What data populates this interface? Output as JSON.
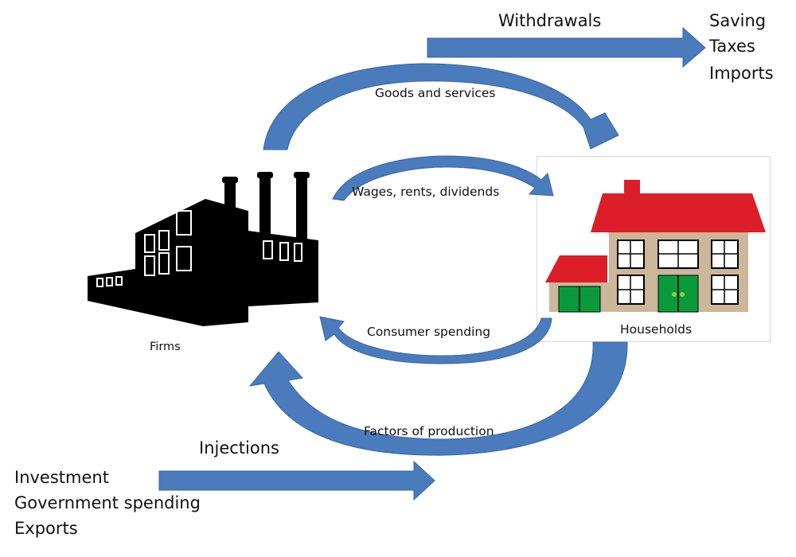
{
  "diagram": {
    "title": "Circular flow of income",
    "colors": {
      "arrow": "#4a7bbd",
      "arrow_edge": "#3a66a3",
      "factory": "#000000",
      "roof": "#dc1e28",
      "wall": "#cdb79a",
      "door": "#0a9a3c",
      "knob": "#8ed33c",
      "text": "#111111"
    },
    "nodes": {
      "firms": {
        "label": "Firms",
        "icon": "factory-icon"
      },
      "households": {
        "label": "Households",
        "icon": "house-icon"
      }
    },
    "flows": {
      "goods_services": "Goods and services",
      "wages": "Wages, rents, dividends",
      "consumer_spending": "Consumer spending",
      "factors": "Factors of production"
    },
    "withdrawals": {
      "heading": "Withdrawals",
      "items": [
        "Saving",
        "Taxes",
        "Imports"
      ]
    },
    "injections": {
      "heading": "Injections",
      "items": [
        "Investment",
        "Government spending",
        "Exports"
      ]
    }
  }
}
